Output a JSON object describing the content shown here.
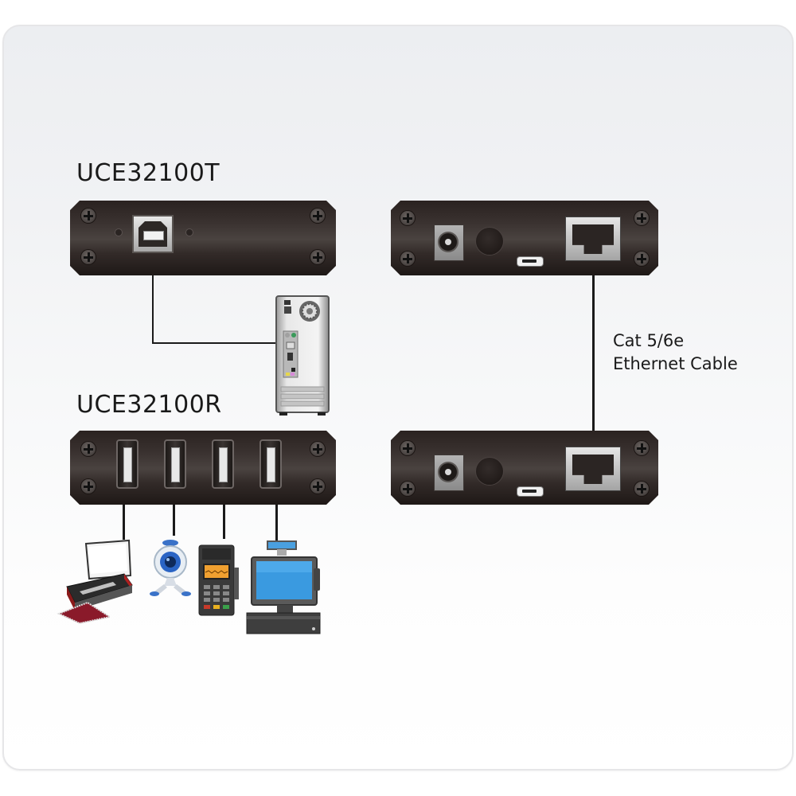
{
  "diagram": {
    "transmitter": {
      "model": "UCE32100T",
      "front_ports": [
        "USB Type-B",
        "LED",
        "LED"
      ],
      "rear_ports": [
        "DC power jack",
        "button",
        "Micro USB",
        "RJ-45"
      ]
    },
    "receiver": {
      "model": "UCE32100R",
      "front_ports": [
        "USB Type-A",
        "USB Type-A",
        "USB Type-A",
        "USB Type-A"
      ],
      "rear_ports": [
        "DC power jack",
        "button",
        "Micro USB",
        "RJ-45"
      ]
    },
    "cable": {
      "line1": "Cat 5/6e",
      "line2": "Ethernet Cable"
    },
    "host": "computer-tower",
    "usb_devices": [
      "printer",
      "webcam",
      "card-payment-terminal",
      "pos-terminal"
    ],
    "colors": {
      "panel": "#3a3230",
      "wire": "#1a1a1a",
      "text": "#1a1a1a",
      "background": "#f1f2f4"
    }
  }
}
